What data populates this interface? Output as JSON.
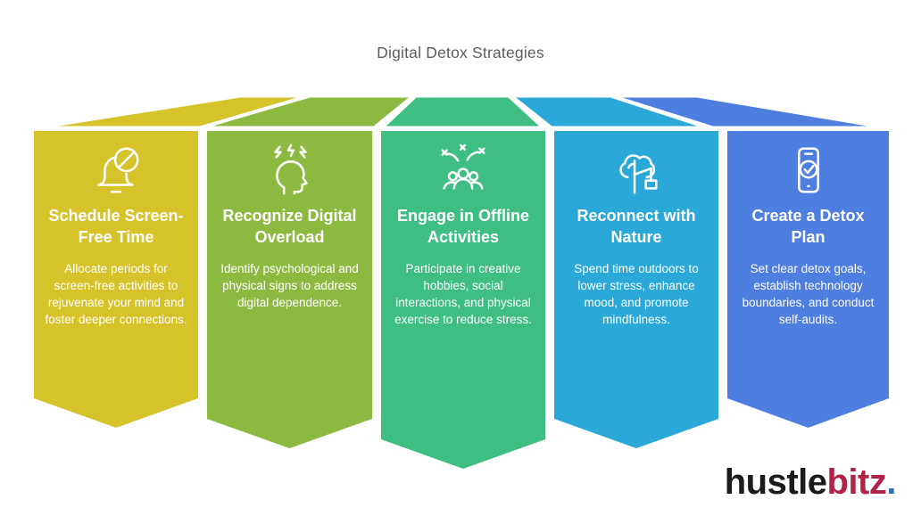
{
  "page": {
    "title": "Digital Detox Strategies",
    "title_color": "#5b5c5e",
    "background": "#ffffff",
    "card_text_color": "#ffffff"
  },
  "cards": [
    {
      "icon": "bell-slash-icon",
      "title": "Schedule Screen-Free Time",
      "body": "Allocate periods for screen-free activities to rejuvenate your mind and foster deeper connections.",
      "color": "#d6c32a"
    },
    {
      "icon": "stressed-head-icon",
      "title": "Recognize Digital Overload",
      "body": "Identify psychological and physical signs to address digital dependence.",
      "color": "#8cba41"
    },
    {
      "icon": "people-celebration-icon",
      "title": "Engage in Offline Activities",
      "body": "Participate in creative hobbies, social interactions, and physical exercise to reduce stress.",
      "color": "#3ebe81"
    },
    {
      "icon": "tree-icon",
      "title": "Reconnect with Nature",
      "body": "Spend time outdoors to lower stress, enhance mood, and promote mindfulness.",
      "color": "#2aa8d8"
    },
    {
      "icon": "phone-check-icon",
      "title": "Create a Detox Plan",
      "body": "Set clear detox goals, establish technology boundaries, and conduct self-audits.",
      "color": "#4e7ee0"
    }
  ],
  "logo": {
    "part1": "hustle",
    "part2": "bitz",
    "dot": ".",
    "part1_color": "#1b1b1b",
    "part2_color": "#b02347",
    "dot_color": "#2e6fb7"
  }
}
